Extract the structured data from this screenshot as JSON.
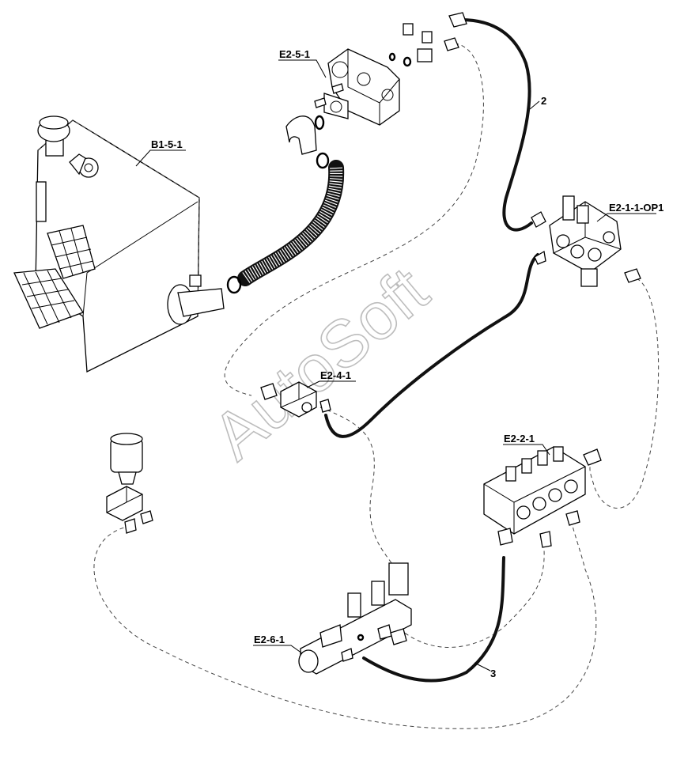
{
  "labels": {
    "tank": "B1-5-1",
    "pump": "E2-5-1",
    "main_valve": "E2-1-1-OP1",
    "small_valve": "E2-4-1",
    "control_valve": "E2-2-1",
    "manifold": "E2-6-1"
  },
  "callouts": {
    "hose_2": "2",
    "hose_3": "3"
  },
  "watermark": "AutoSoft"
}
